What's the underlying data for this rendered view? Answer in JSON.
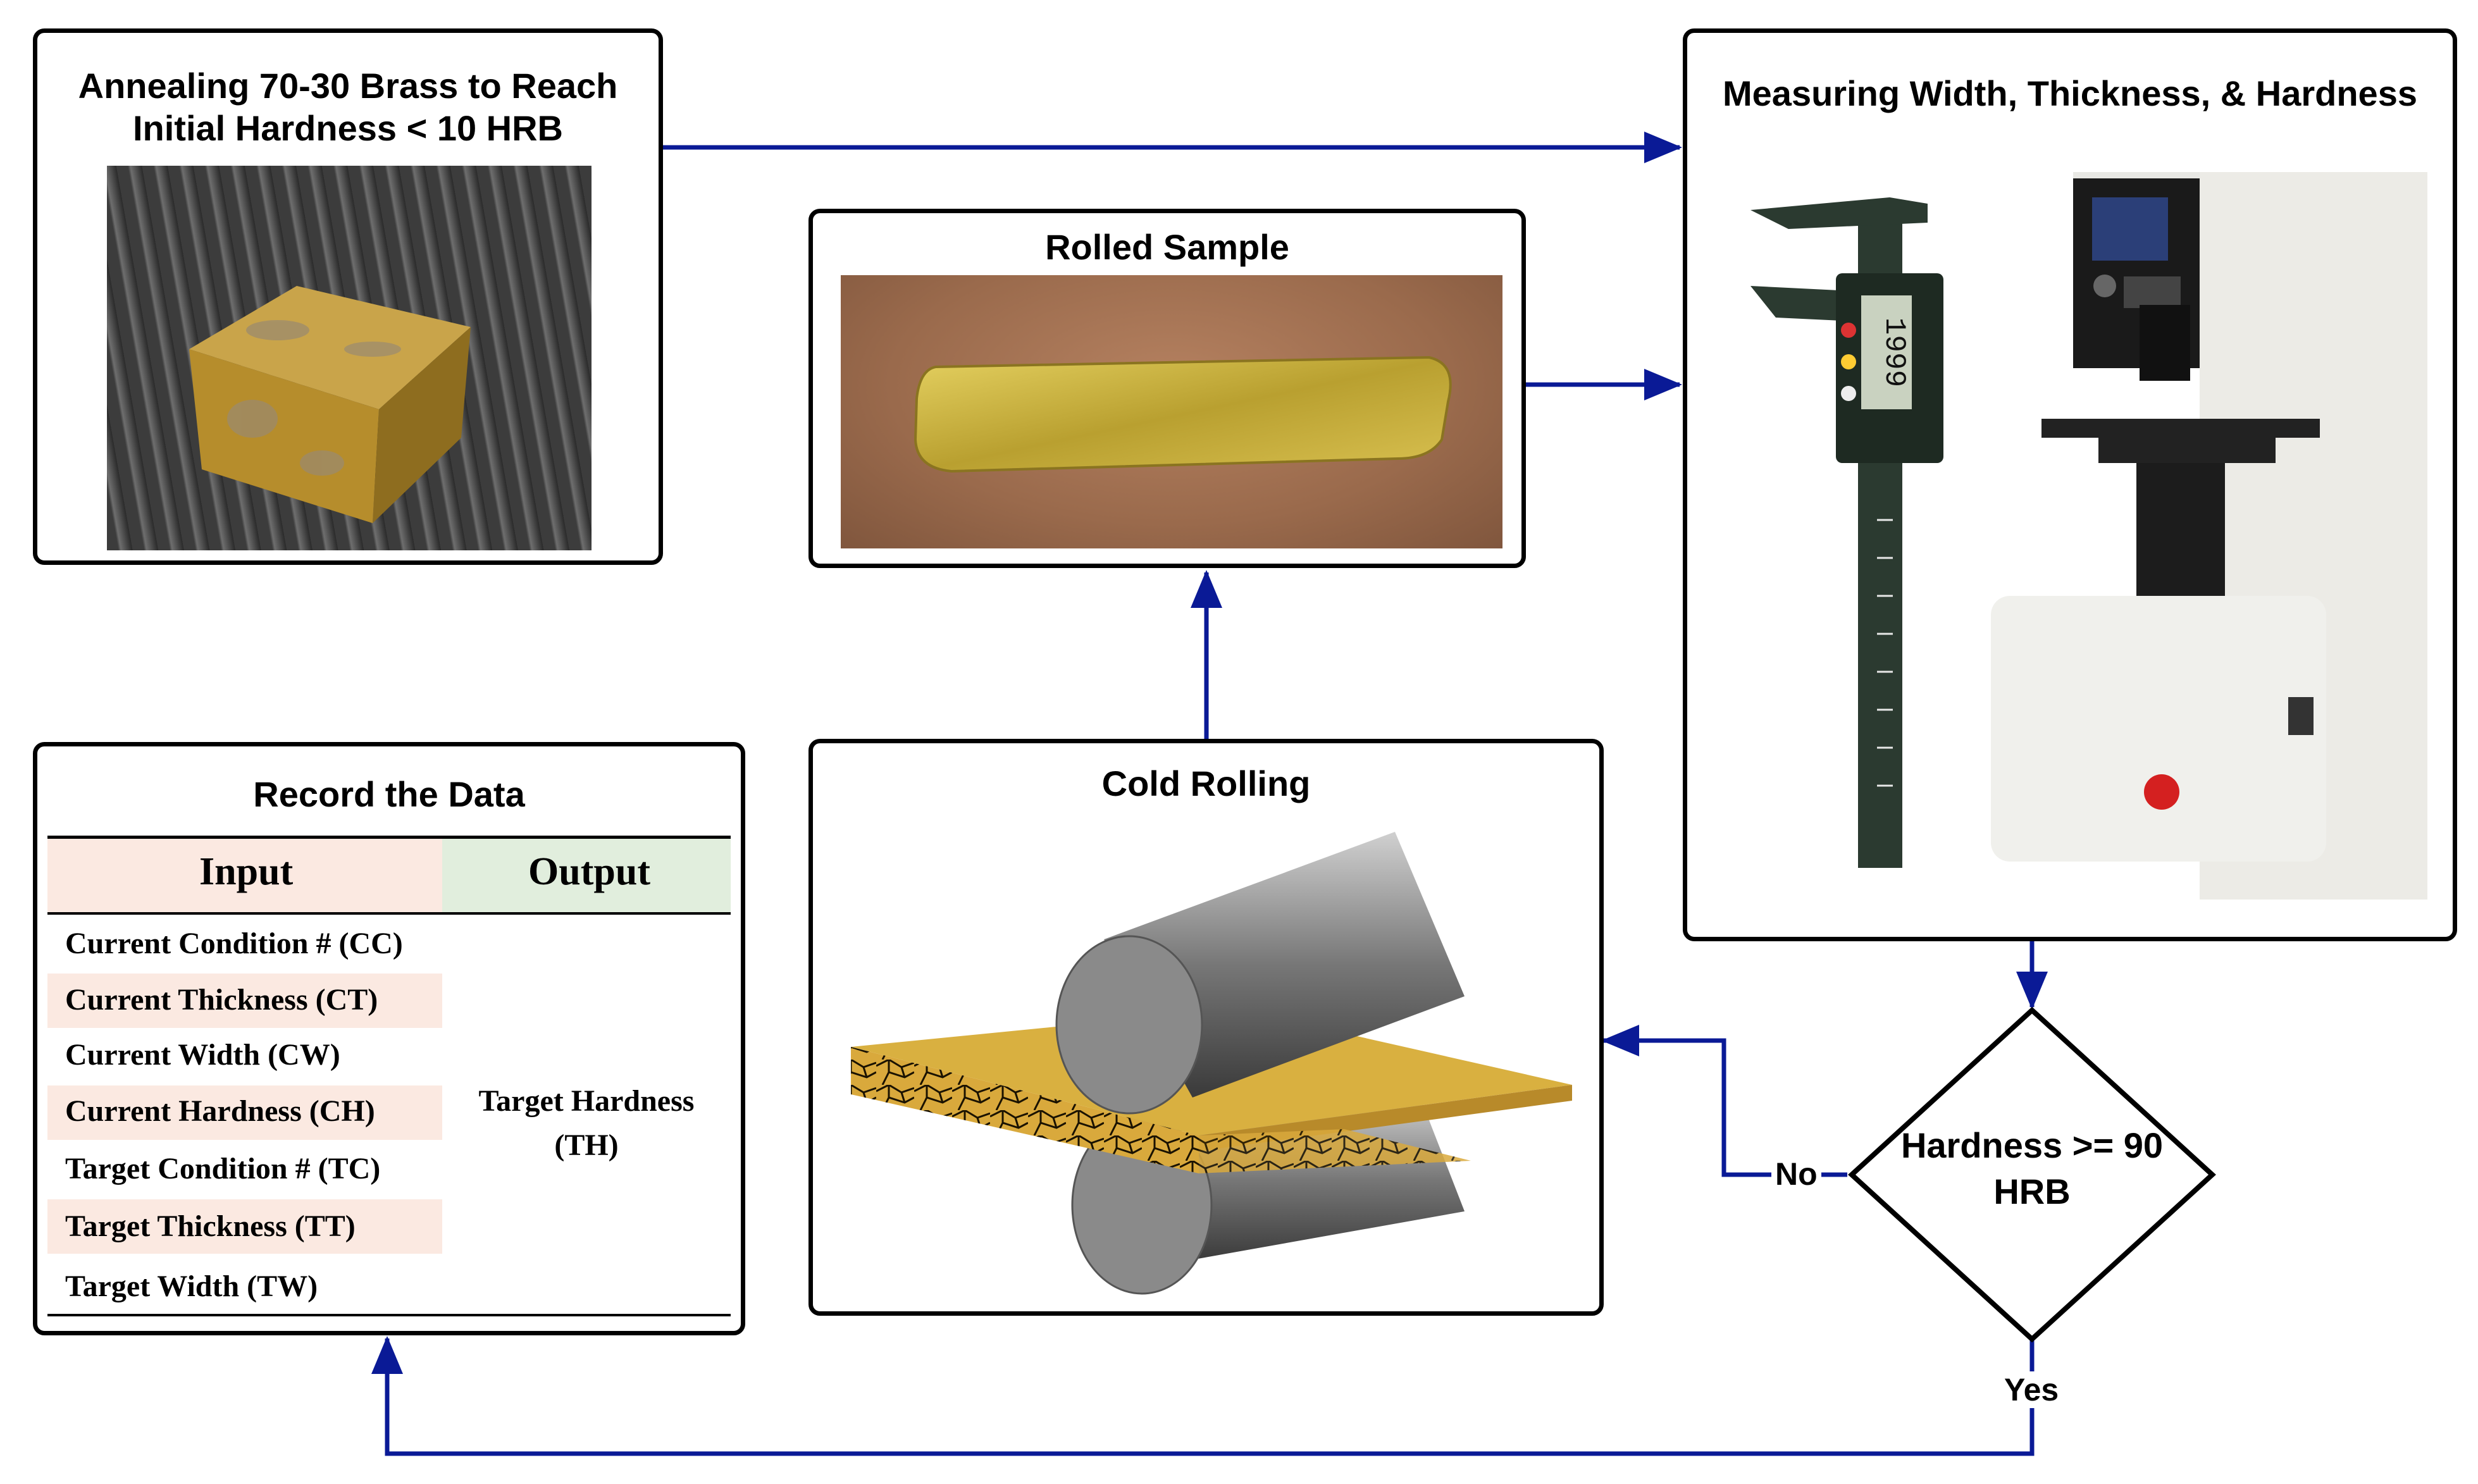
{
  "boxes": {
    "annealing": {
      "title_line1": "Annealing 70-30 Brass to Reach",
      "title_line2": "Initial Hardness < 10 HRB"
    },
    "rolled_sample": {
      "title": "Rolled Sample"
    },
    "measuring": {
      "title": "Measuring Width, Thickness, & Hardness"
    },
    "cold_rolling": {
      "title": "Cold Rolling"
    },
    "record": {
      "title": "Record the Data"
    }
  },
  "table": {
    "input_header": "Input",
    "output_header": "Output",
    "inputs": [
      "Current Condition # (CC)",
      "Current Thickness (CT)",
      "Current Width (CW)",
      "Current Hardness (CH)",
      "Target Condition # (TC)",
      "Target Thickness (TT)",
      "Target Width (TW)"
    ],
    "output_line1": "Target Hardness",
    "output_line2": "(TH)"
  },
  "decision": {
    "line1": "Hardness >= 90",
    "line2": "HRB"
  },
  "labels": {
    "no": "No",
    "yes": "Yes"
  },
  "caliper_display": "1999",
  "colors": {
    "arrow": "#0a1a96",
    "input_header_bg": "#fbe9e1",
    "output_header_bg": "#e1eedd",
    "row_shade": "#fbe9e1",
    "brass": "#d4a83a"
  }
}
